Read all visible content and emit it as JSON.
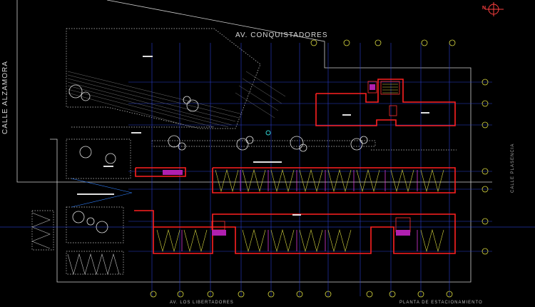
{
  "drawing": {
    "street_top": "AV. CONQUISTADORES",
    "street_left": "CALLE ALZAMORA",
    "street_right": "CALLE PLASENCIA",
    "street_bottom": "AV. LOS LIBERTADORES",
    "title_block": "PLANTA DE ESTACIONAMIENTO",
    "north_label": "N"
  },
  "colors": {
    "background": "#000000",
    "walls": "#ff2020",
    "grid": "#2a3fd0",
    "dotted": "#cfcfcf",
    "hatch": "#d838d8",
    "gridbubble": "#d8d840",
    "stairs": "#ff3030"
  }
}
